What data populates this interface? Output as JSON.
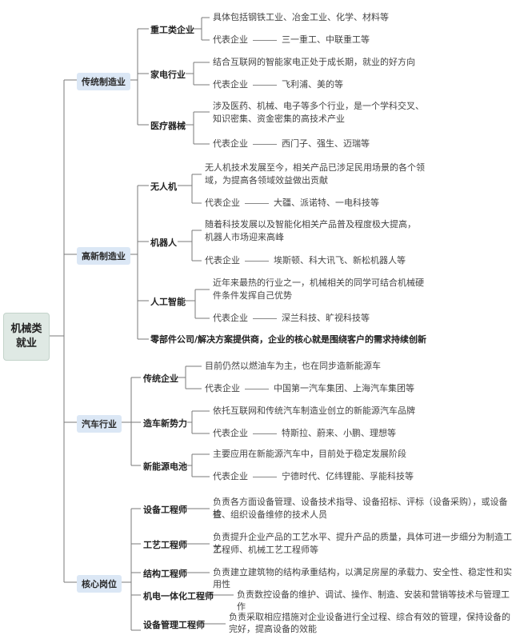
{
  "root": {
    "line1": "机械类",
    "line2": "就业"
  },
  "rep_label": "代表企业",
  "sections": {
    "traditional": {
      "label": "传统制造业",
      "heavy": {
        "label": "重工类企业",
        "desc": "具体包括钢铁工业、冶金工业、化学、材料等",
        "rep": "三一重工、中联重工等"
      },
      "appliance": {
        "label": "家电行业",
        "desc": "结合互联网的智能家电正处于成长期，就业的好方向",
        "rep": "飞利浦、美的等"
      },
      "medical": {
        "label": "医疗器械",
        "desc1": "涉及医药、机械、电子等多个行业，是一个学科交叉、",
        "desc2": "知识密集、资金密集的高技术产业",
        "rep": "西门子、强生、迈瑞等"
      }
    },
    "hightech": {
      "label": "高新制造业",
      "drone": {
        "label": "无人机",
        "desc1": "无人机技术发展至今，相关产品已涉足民用场景的各个领",
        "desc2": "域，为提高各领域效益做出贡献",
        "rep": "大疆、派诺特、一电科技等"
      },
      "robot": {
        "label": "机器人",
        "desc1": "随着科技发展以及智能化相关产品普及程度极大提高，",
        "desc2": "机器人市场迎来高峰",
        "rep": "埃斯顿、科大讯飞、新松机器人等"
      },
      "ai": {
        "label": "人工智能",
        "desc1": "近年来最热的行业之一，机械相关的同学可结合机械硬",
        "desc2": "件条件发挥自己优势",
        "rep": "深兰科技、旷视科技等"
      },
      "parts": "零部件公司/解决方案提供商，企业的核心就是围绕客户的需求持续创新"
    },
    "auto": {
      "label": "汽车行业",
      "traditional_ent": {
        "label": "传统企业",
        "desc": "目前仍然以燃油车为主，也在同步造新能源车",
        "rep": "中国第一汽车集团、上海汽车集团等"
      },
      "new_force": {
        "label": "造车新势力",
        "desc": "依托互联网和传统汽车制造业创立的新能源汽车品牌",
        "rep": "特斯拉、蔚来、小鹏、理想等"
      },
      "battery": {
        "label": "新能源电池",
        "desc": "主要应用在新能源汽车中，目前处于稳定发展阶段",
        "rep": "宁德时代、亿纬锂能、孚能科技等"
      }
    },
    "positions": {
      "label": "核心岗位",
      "equip_eng": {
        "label": "设备工程师",
        "desc1": "负责各方面设备管理、设备技术指导、设备招标、评标（设备采购），或设备检",
        "desc2": "查、组织设备维修的技术人员"
      },
      "process_eng": {
        "label": "工艺工程师",
        "desc1": "负责提升企业产品的工艺水平、提升产品的质量，具体可进一步细分为制造工艺",
        "desc2": "工程师、机械工艺工程师等"
      },
      "struct_eng": {
        "label": "结构工程师",
        "desc": "负责建立建筑物的结构承重结构，以满足房屋的承载力、安全性、稳定性和实用性"
      },
      "mech_eng": {
        "label": "机电一体化工程师",
        "desc": "负责数控设备的维护、调试、操作、制造、安装和营销等技术与管理工作"
      },
      "mgmt_eng": {
        "label": "设备管理工程师",
        "desc1": "负责采取相应措施对企业设备进行全过程、综合有效的管理，保持设备的",
        "desc2": "完好，提高设备的效能"
      }
    }
  }
}
